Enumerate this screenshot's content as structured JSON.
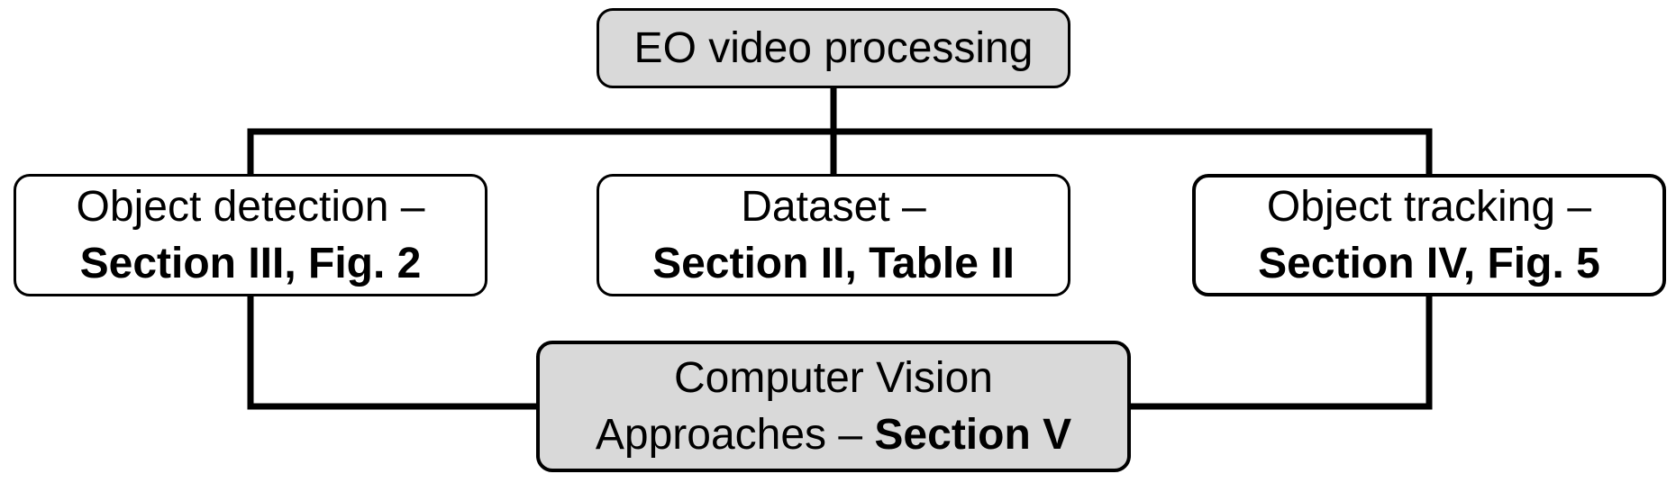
{
  "nodes": {
    "top": {
      "text": "EO video processing"
    },
    "left": {
      "line1": "Object detection –",
      "line2": "Section III, Fig. 2"
    },
    "center": {
      "line1": "Dataset –",
      "line2": "Section II, Table II"
    },
    "right": {
      "line1": "Object tracking –",
      "line2": "Section IV, Fig. 5"
    },
    "bottom": {
      "line1": "Computer Vision",
      "line2_prefix": "Approaches – ",
      "line2_bold": "Section V"
    }
  },
  "colors": {
    "gray_fill": "#d9d9d9",
    "white_fill": "#ffffff",
    "stroke": "#000000"
  }
}
